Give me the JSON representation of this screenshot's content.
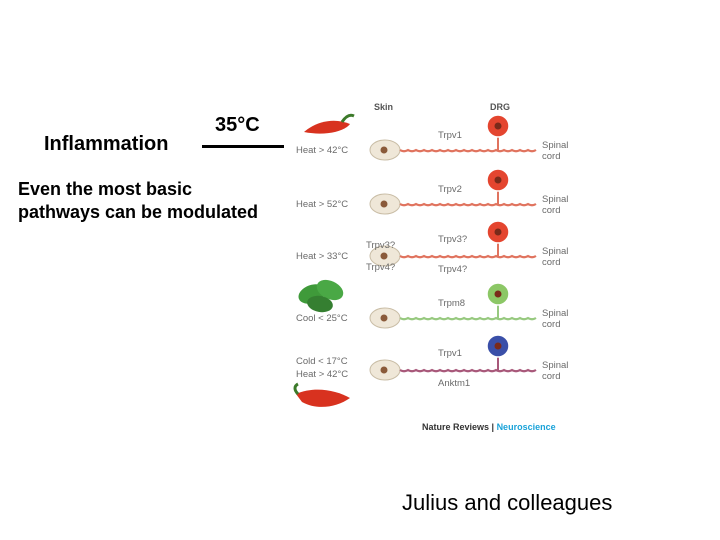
{
  "slide": {
    "inflammation": "Inflammation",
    "temperature": "35°C",
    "subtitle_line1": "Even the most basic",
    "subtitle_line2": "pathways can be modulated",
    "credit": "Julius and colleagues"
  },
  "figure": {
    "header_skin": "Skin",
    "header_drg": "DRG",
    "rows": [
      {
        "stimulus": [
          "Heat > 42°C"
        ],
        "channels": [
          "Trpv1"
        ],
        "cord": [
          "Spinal",
          "cord"
        ],
        "cell_color": "#e4452f",
        "axon_color": "#e0735e"
      },
      {
        "stimulus": [
          "Heat > 52°C"
        ],
        "channels": [
          "Trpv2"
        ],
        "cord": [
          "Spinal",
          "cord"
        ],
        "cell_color": "#e4452f",
        "axon_color": "#e0735e"
      },
      {
        "stimulus": [
          "Heat > 33°C"
        ],
        "channels": [
          "Trpv3?",
          "Trpv4?"
        ],
        "skin_channels": [
          "Trpv3?",
          "Trpv4?"
        ],
        "cord": [
          "Spinal",
          "cord"
        ],
        "cell_color": "#e4452f",
        "axon_color": "#e0735e"
      },
      {
        "stimulus": [
          "Cool < 25°C"
        ],
        "channels": [
          "Trpm8"
        ],
        "cord": [
          "Spinal",
          "cord"
        ],
        "cell_color": "#8cc766",
        "axon_color": "#97c97f"
      },
      {
        "stimulus": [
          "Cold < 17°C",
          "Heat > 42°C"
        ],
        "channels": [
          "Trpv1",
          "Anktm1"
        ],
        "cord": [
          "Spinal",
          "cord"
        ],
        "cell_color": "#3a4fa8",
        "axon_color": "#a8587a"
      }
    ],
    "source_brand": "Nature Reviews",
    "source_separator": " | ",
    "source_journal": "Neuroscience",
    "colors": {
      "pepper": "#d8321f",
      "mint": "#3f9a3a",
      "journal": "#1aa3d9"
    }
  }
}
